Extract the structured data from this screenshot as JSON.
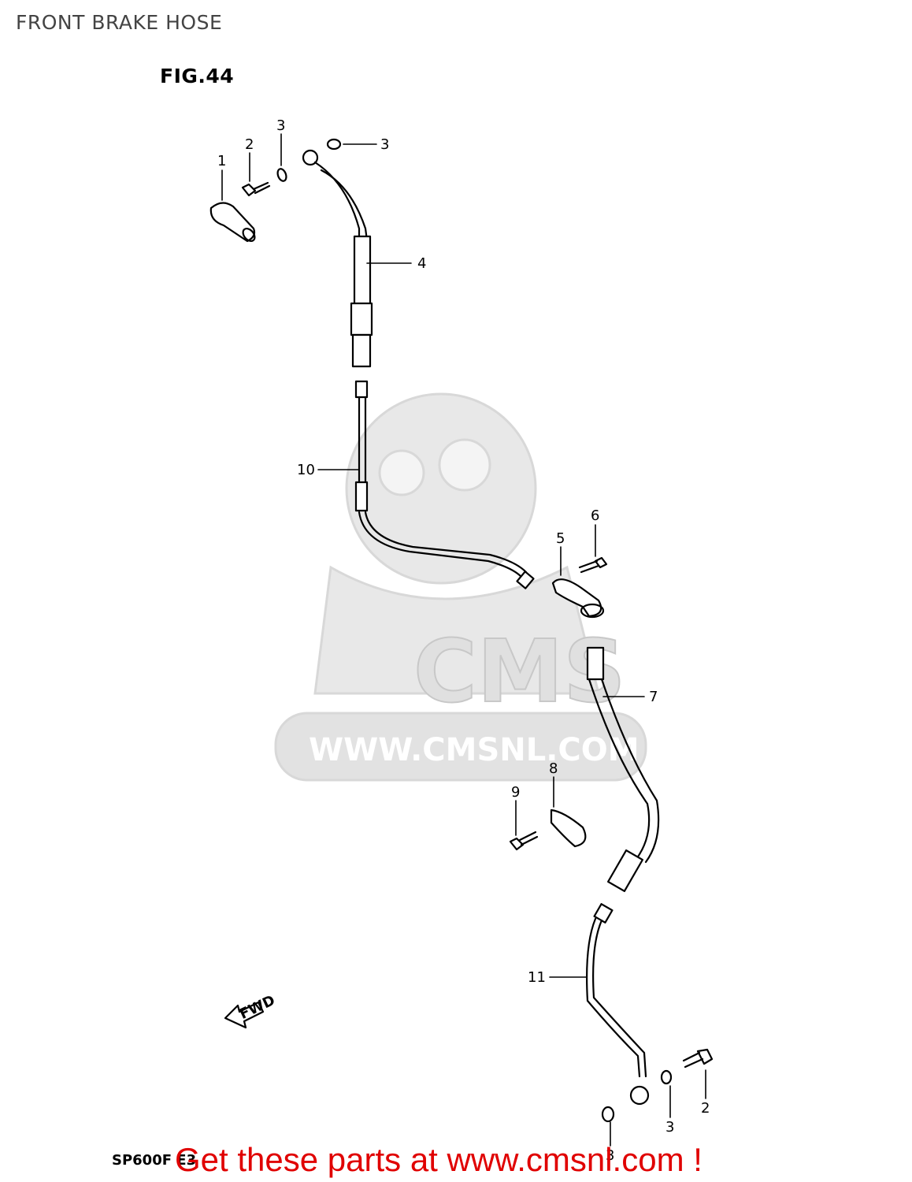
{
  "header": {
    "title": "FRONT BRAKE HOSE"
  },
  "figure": {
    "label": "FIG.44",
    "model": "SP600F E3"
  },
  "watermark": {
    "brand": "CMS",
    "url": "WWW.CMSNL.COM"
  },
  "fwd_arrow": {
    "label": "FWD"
  },
  "callouts": {
    "c1": "1",
    "c2_top": "2",
    "c3_top_a": "3",
    "c3_top_b": "3",
    "c4": "4",
    "c5": "5",
    "c6": "6",
    "c7": "7",
    "c8": "8",
    "c9": "9",
    "c10": "10",
    "c11": "11",
    "c2_bottom": "2",
    "c3_bottom_a": "3",
    "c3_bottom_b": "3"
  },
  "footer": {
    "cta": "Get these parts at www.cmsnl.com !"
  },
  "colors": {
    "cta": "#e00000",
    "line": "#000000",
    "watermark": "#e6e6e6"
  }
}
